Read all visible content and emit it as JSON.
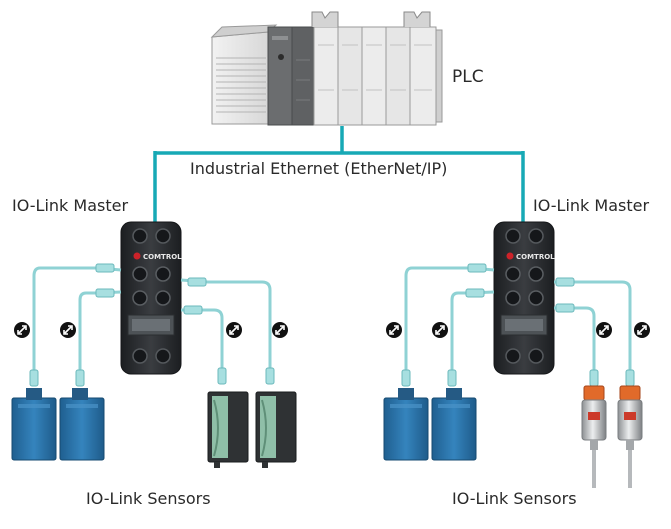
{
  "labels": {
    "plc": "PLC",
    "network": "Industrial Ethernet (EtherNet/IP)",
    "master_left": "IO-Link Master",
    "master_right": "IO-Link Master",
    "sensors_left": "IO-Link Sensors",
    "sensors_right": "IO-Link Sensors",
    "brand_left": "COMTROL",
    "brand_right": "COMTROL"
  },
  "colors": {
    "network_cable": "#17a9b5",
    "sensor_cable": "#8fd2d4",
    "plc_body": "#e4e4e4",
    "plc_dark": "#6b6d6f",
    "master_body": "#2b2e31",
    "photo_sensor": "#2a6fa3",
    "light_sensor": "#2f3234",
    "pressure_sensor": "#c9cbcc",
    "brand_red": "#cc2229",
    "iolink_symbol": "#111111"
  },
  "icons": [
    "plc-icon",
    "io-link-master-icon",
    "photoelectric-sensor-icon",
    "light-grid-sensor-icon",
    "pressure-sensor-icon",
    "io-link-symbol-icon"
  ]
}
